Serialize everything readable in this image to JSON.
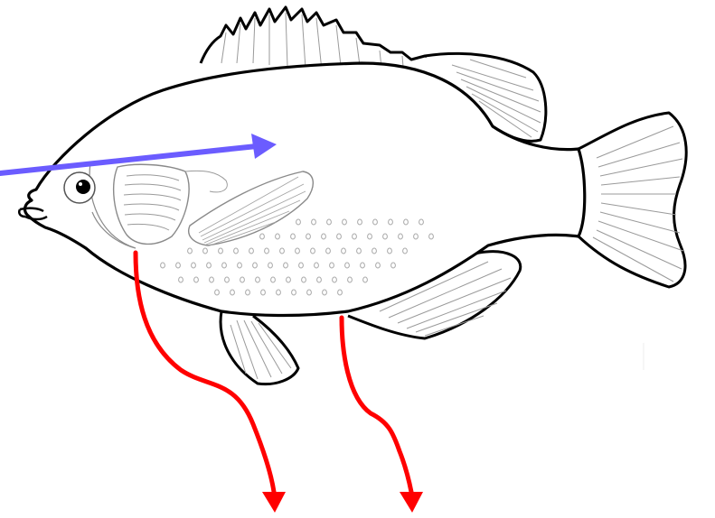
{
  "diagram": {
    "subject": "fish-outline",
    "arrows": [
      {
        "id": "blue-arrow",
        "color": "#6b5cff"
      },
      {
        "id": "red-arrow-gill",
        "color": "#ff0000"
      },
      {
        "id": "red-arrow-anal",
        "color": "#ff0000"
      }
    ],
    "colors": {
      "outline": "#000000",
      "fin_lines": "#9a9a9a",
      "spots": "#a0a0a0",
      "background": "#ffffff"
    }
  }
}
